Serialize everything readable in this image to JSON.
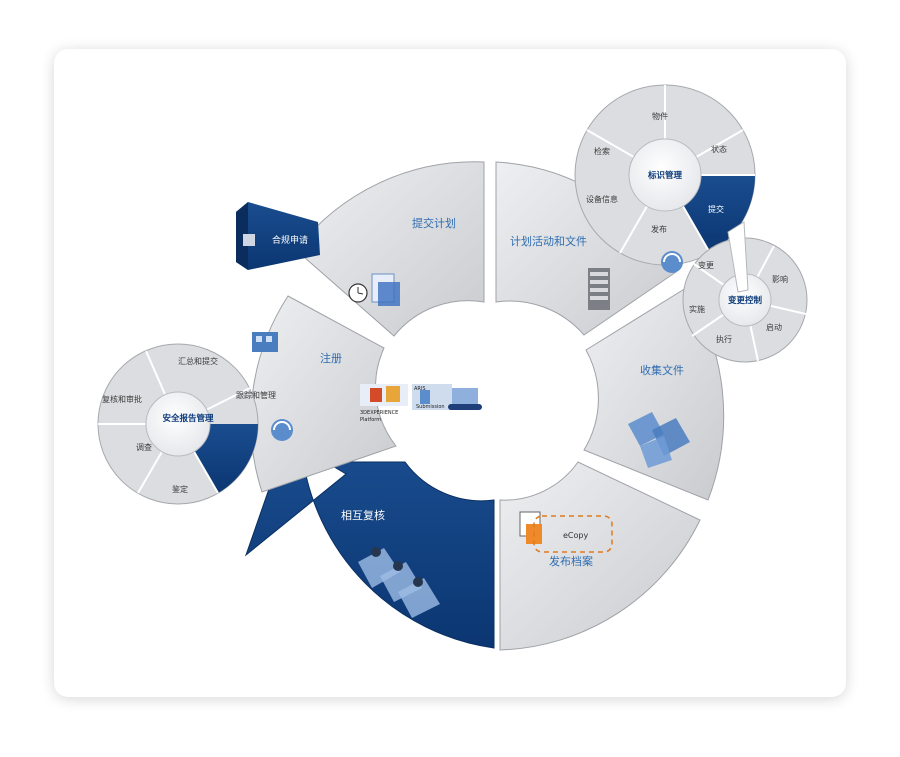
{
  "segments": {
    "plan_submit": "提交计划",
    "plan_activity": "计划活动和文件",
    "collect": "收集文件",
    "publish": "发布档案",
    "mutual_review": "相互复核",
    "register": "注册"
  },
  "compliance_tab": "合规申请",
  "ecopy_label": "eCopy",
  "identity_ring": {
    "hub": "标识管理",
    "items": [
      "物件",
      "状态",
      "提交",
      "发布",
      "设备信息",
      "检索"
    ]
  },
  "change_ring": {
    "hub": "变更控制",
    "items": [
      "影响",
      "启动",
      "执行",
      "实施",
      "变更"
    ]
  },
  "safety_ring": {
    "hub": "安全报告管理",
    "items": [
      "汇总和提交",
      "跟踪和管理",
      "鉴定",
      "调查",
      "复核和审批"
    ]
  },
  "center_logos": {
    "platform_line1": "3DEXPERIENCE",
    "platform_line2": "Platform",
    "partner_line1": "ARIS",
    "partner_line2": "Submission"
  },
  "colors": {
    "navy": "#0e3d7c",
    "light_segment": "#dcdde0",
    "label_blue": "#2f6db0",
    "ecopy_orange": "#e07a1e"
  }
}
